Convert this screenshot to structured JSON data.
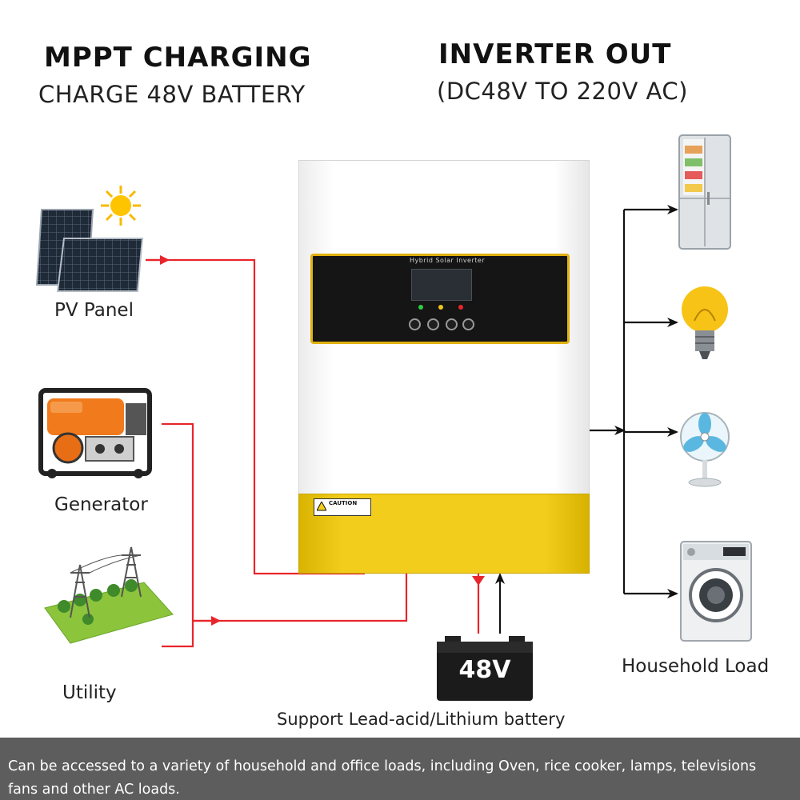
{
  "headings": {
    "mppt_title": "MPPT CHARGING",
    "mppt_subtitle": "CHARGE 48V BATTERY",
    "inverter_title": "INVERTER OUT",
    "inverter_subtitle": "(DC48V TO 220V AC)"
  },
  "sources": {
    "pv_panel": "PV Panel",
    "generator": "Generator",
    "utility": "Utility"
  },
  "inverter": {
    "panel_title": "Hybrid Solar Inverter",
    "caution_label": "CAUTION"
  },
  "battery": {
    "label": "48V",
    "caption": "Support Lead-acid/Lithium battery"
  },
  "loads": {
    "label": "Household Load",
    "items": [
      "refrigerator-icon",
      "light-bulb-icon",
      "fan-icon",
      "washing-machine-icon"
    ]
  },
  "footer": {
    "line1": "Can be accessed to a variety of household and office loads, including Oven, rice cooker, lamps, televisions",
    "line2": "fans and other AC loads."
  },
  "colors": {
    "input_line": "#e8252b",
    "output_line": "#111111",
    "inverter_accent": "#f2cd1c",
    "footer_bg": "#5d5d5d"
  }
}
